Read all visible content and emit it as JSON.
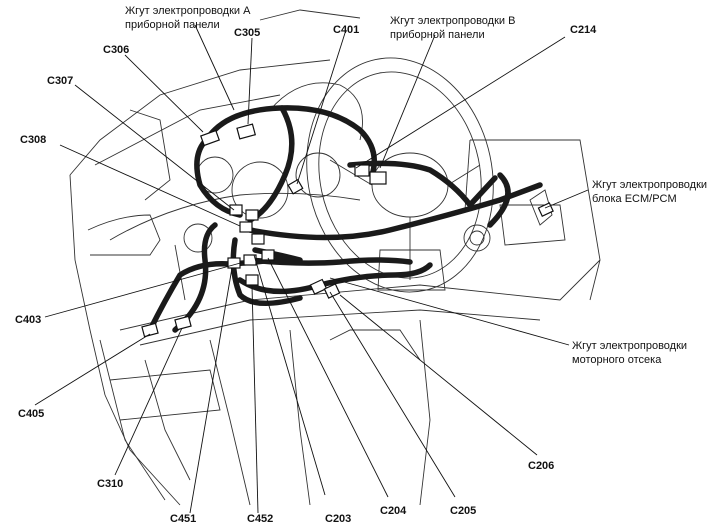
{
  "harness_labels": {
    "a": [
      "Жгут электропроводки А",
      "приборной панели"
    ],
    "b": [
      "Жгут электропроводки В",
      "приборной панели"
    ],
    "ecm": [
      "Жгут электропроводки",
      "блока ECM/PCM"
    ],
    "engine": [
      "Жгут электропроводки",
      "моторного отсека"
    ]
  },
  "connectors": {
    "c305": "C305",
    "c306": "C306",
    "c307": "C307",
    "c308": "C308",
    "c401": "C401",
    "c214": "C214",
    "c403": "C403",
    "c405": "C405",
    "c310": "C310",
    "c451": "C451",
    "c452": "C452",
    "c203": "C203",
    "c204": "C204",
    "c205": "C205",
    "c206": "C206"
  }
}
